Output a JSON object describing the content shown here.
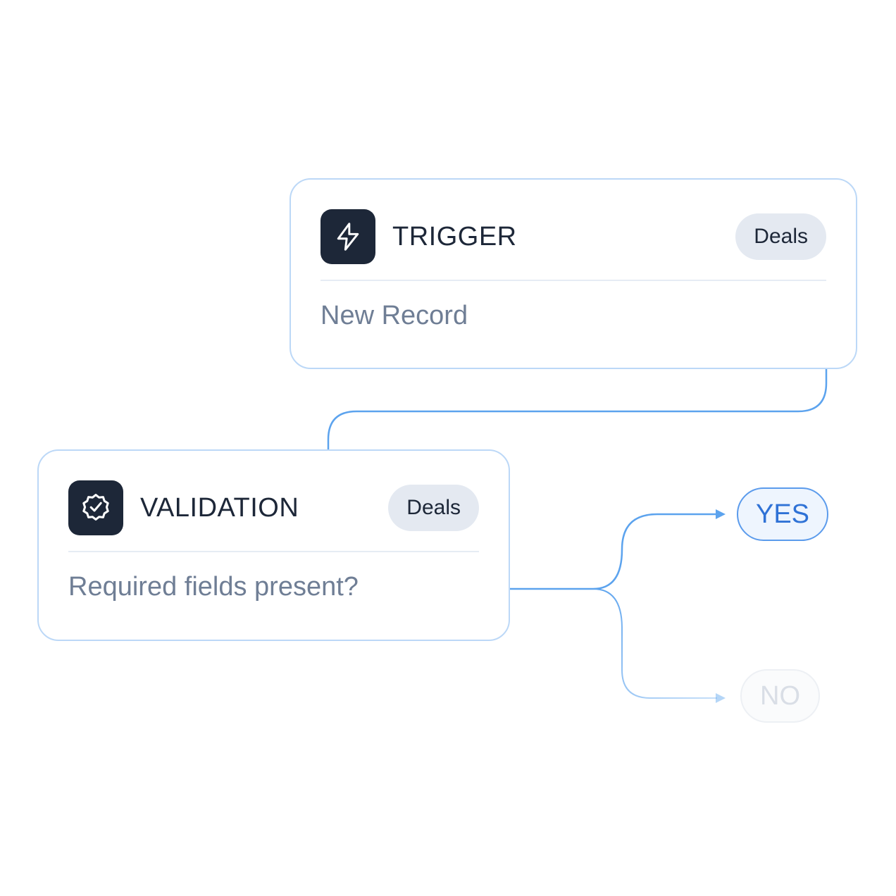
{
  "trigger_node": {
    "title": "TRIGGER",
    "badge": "Deals",
    "description": "New Record",
    "icon": "lightning-bolt-icon"
  },
  "validation_node": {
    "title": "VALIDATION",
    "badge": "Deals",
    "description": "Required fields present?",
    "icon": "badge-check-icon"
  },
  "outcomes": {
    "yes_label": "YES",
    "no_label": "NO"
  },
  "colors": {
    "connector": "#5ca3ee",
    "node_border": "#bcd8f7",
    "icon_background": "#1d2738",
    "badge_background": "#e4e9f1",
    "yes_border": "#5b9bec",
    "yes_text": "#2f72d6",
    "no_text": "#d9dee6"
  }
}
